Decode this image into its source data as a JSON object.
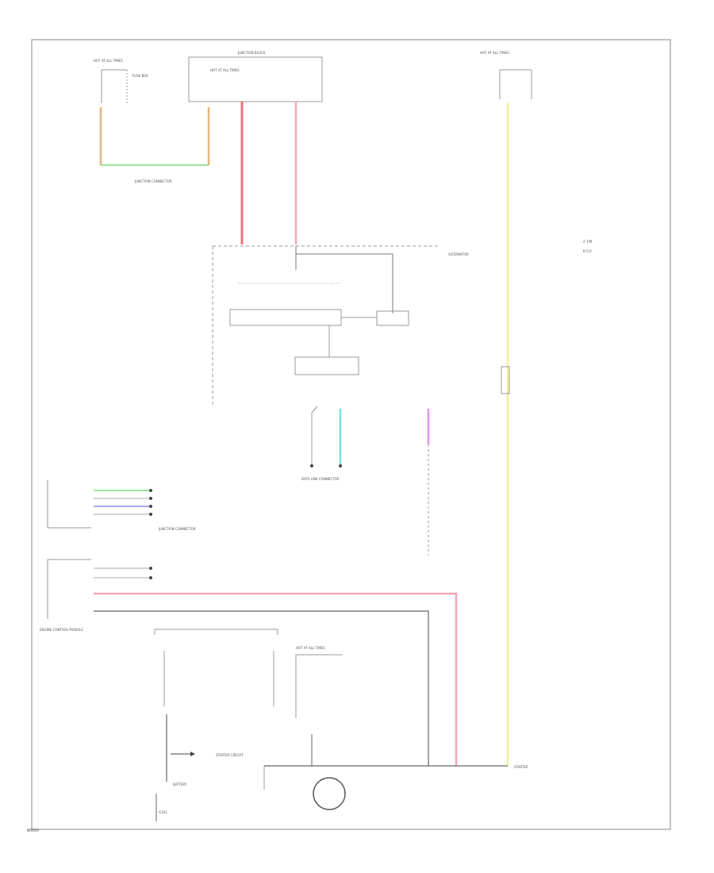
{
  "figure_code": "W0000",
  "wire_colors": {
    "orange": "#e8b47a",
    "green": "#7ce07c",
    "red": "#f06d7f",
    "pink": "#f7a7b6",
    "yellow": "#eef29a",
    "cyan": "#6de3e3",
    "magenta": "#e58ff0",
    "blue": "#8c8cf0",
    "black": "#444444"
  },
  "components": {
    "hot_at_all_times": "HOT AT ALL TIMES",
    "junction_block": "JUNCTION BLOCK",
    "fuse_box": "FUSE BOX",
    "alternator": "ALTERNATOR",
    "starter": "STARTER",
    "starter_circuit": "STARTER CIRCUIT",
    "battery": "BATTERY",
    "ground": "G101",
    "engine_control_module": "ENGINE CONTROL MODULE",
    "data_link_connector": "DATA LINK CONNECTOR",
    "junction_connector": "JUNCTION CONNECTOR",
    "legend_a": "A  T/M",
    "legend_b": "B  C/V"
  }
}
